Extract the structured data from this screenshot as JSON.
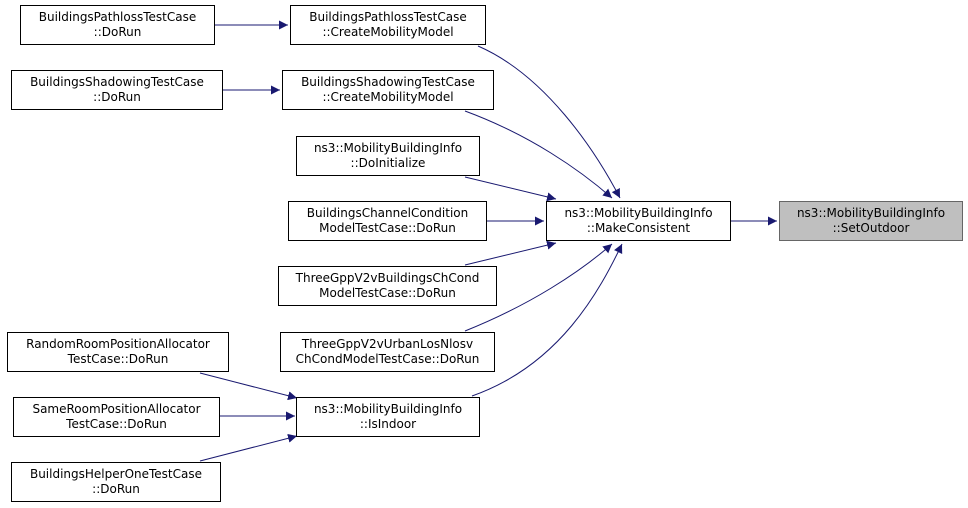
{
  "graph": {
    "colors": {
      "edge": "#191970",
      "border": "#000000",
      "highlight_fill": "#bfbfbf"
    },
    "nodes": [
      {
        "id": "pathloss_dorun",
        "line1": "BuildingsPathlossTestCase",
        "line2": "::DoRun"
      },
      {
        "id": "pathloss_cmm",
        "line1": "BuildingsPathlossTestCase",
        "line2": "::CreateMobilityModel"
      },
      {
        "id": "shadowing_dorun",
        "line1": "BuildingsShadowingTestCase",
        "line2": "::DoRun"
      },
      {
        "id": "shadowing_cmm",
        "line1": "BuildingsShadowingTestCase",
        "line2": "::CreateMobilityModel"
      },
      {
        "id": "doinitialize",
        "line1": "ns3::MobilityBuildingInfo",
        "line2": "::DoInitialize"
      },
      {
        "id": "chancond",
        "line1": "BuildingsChannelCondition",
        "line2": "ModelTestCase::DoRun"
      },
      {
        "id": "v2v_bldg",
        "line1": "ThreeGppV2vBuildingsChCond",
        "line2": "ModelTestCase::DoRun"
      },
      {
        "id": "v2v_urban",
        "line1": "ThreeGppV2vUrbanLosNlosv",
        "line2": "ChCondModelTestCase::DoRun"
      },
      {
        "id": "random_room",
        "line1": "RandomRoomPositionAllocator",
        "line2": "TestCase::DoRun"
      },
      {
        "id": "same_room",
        "line1": "SameRoomPositionAllocator",
        "line2": "TestCase::DoRun"
      },
      {
        "id": "helper_one",
        "line1": "BuildingsHelperOneTestCase",
        "line2": "::DoRun"
      },
      {
        "id": "isindoor",
        "line1": "ns3::MobilityBuildingInfo",
        "line2": "::IsIndoor"
      },
      {
        "id": "makeconsistent",
        "line1": "ns3::MobilityBuildingInfo",
        "line2": "::MakeConsistent"
      },
      {
        "id": "setoutdoor",
        "line1": "ns3::MobilityBuildingInfo",
        "line2": "::SetOutdoor"
      }
    ],
    "edges": [
      {
        "from": "pathloss_dorun",
        "to": "pathloss_cmm"
      },
      {
        "from": "shadowing_dorun",
        "to": "shadowing_cmm"
      },
      {
        "from": "pathloss_cmm",
        "to": "makeconsistent"
      },
      {
        "from": "shadowing_cmm",
        "to": "makeconsistent"
      },
      {
        "from": "doinitialize",
        "to": "makeconsistent"
      },
      {
        "from": "chancond",
        "to": "makeconsistent"
      },
      {
        "from": "v2v_bldg",
        "to": "makeconsistent"
      },
      {
        "from": "v2v_urban",
        "to": "makeconsistent"
      },
      {
        "from": "isindoor",
        "to": "makeconsistent"
      },
      {
        "from": "random_room",
        "to": "isindoor"
      },
      {
        "from": "same_room",
        "to": "isindoor"
      },
      {
        "from": "helper_one",
        "to": "isindoor"
      },
      {
        "from": "makeconsistent",
        "to": "setoutdoor"
      }
    ]
  }
}
